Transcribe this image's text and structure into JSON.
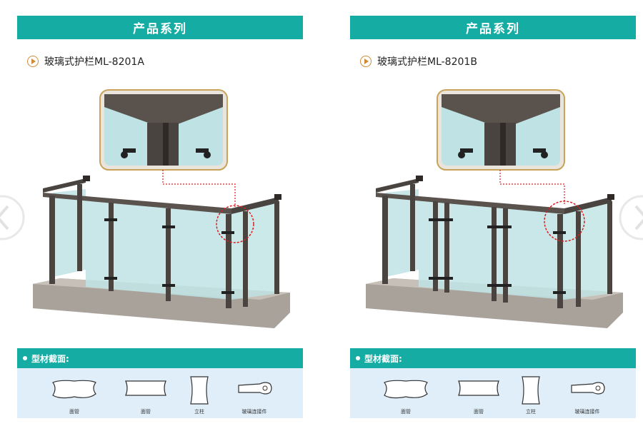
{
  "panels": [
    {
      "header": "产品系列",
      "model": "玻璃式护栏ML-8201A",
      "section_title": "型材截面:",
      "profiles": [
        {
          "label": "面管",
          "icon": "handrail-profile-icon"
        },
        {
          "label": "面管",
          "icon": "top-rail-profile-icon"
        },
        {
          "label": "立柱",
          "icon": "post-profile-icon"
        },
        {
          "label": "玻璃连接件",
          "icon": "glass-connector-profile-icon"
        }
      ]
    },
    {
      "header": "产品系列",
      "model": "玻璃式护栏ML-8201B",
      "section_title": "型材截面:",
      "profiles": [
        {
          "label": "面管",
          "icon": "handrail-profile-icon"
        },
        {
          "label": "面管",
          "icon": "top-rail-profile-icon"
        },
        {
          "label": "立柱",
          "icon": "post-profile-icon"
        },
        {
          "label": "玻璃连接件",
          "icon": "glass-connector-profile-icon"
        }
      ]
    }
  ],
  "colors": {
    "accent": "#15aca4",
    "profile_bg": "#dfeef8",
    "highlight": "#d81e1e",
    "frame": "#4a4440",
    "glass": "#bfe3e4",
    "title_marker": "#d08a35"
  }
}
